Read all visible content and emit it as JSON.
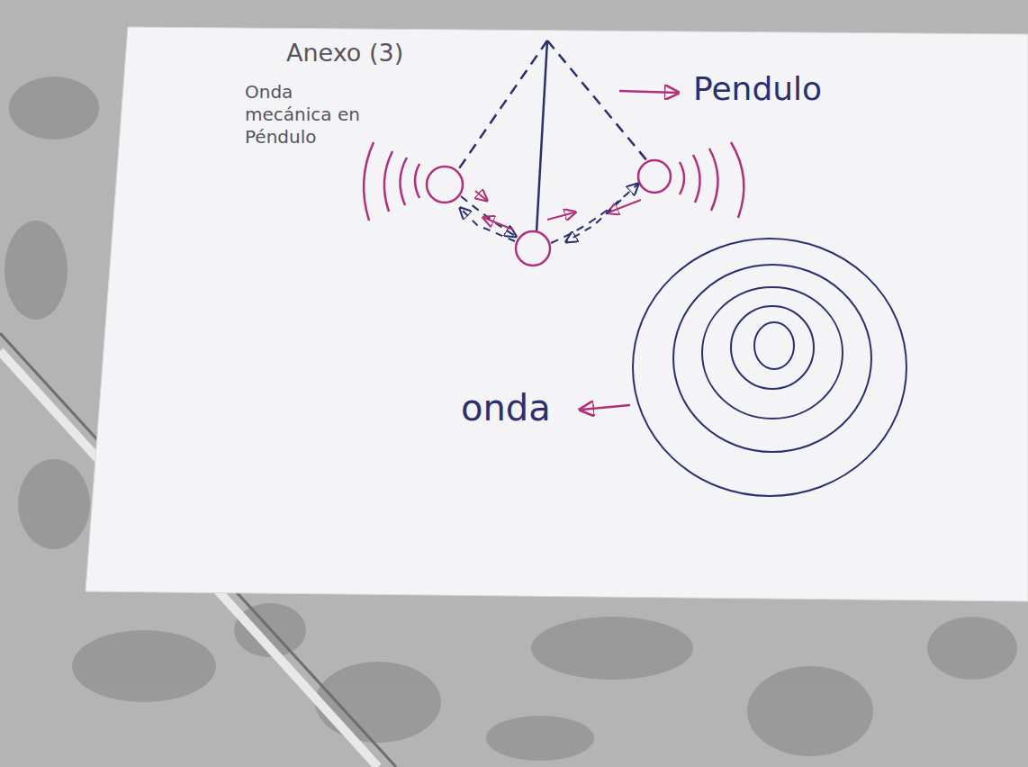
{
  "diagram": {
    "title": "Anexo (3)",
    "labels": [
      "Onda mecánica en Péndulo",
      "Pendulo",
      "onda"
    ]
  }
}
